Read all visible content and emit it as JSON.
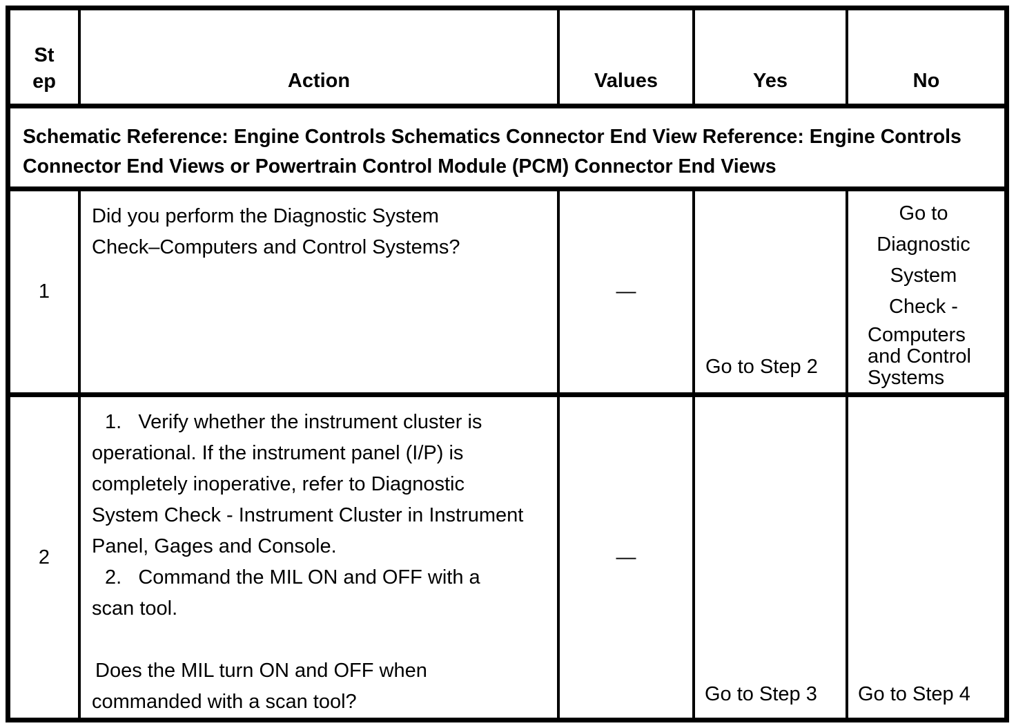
{
  "table": {
    "header": {
      "step_line1": "St",
      "step_line2": "ep",
      "action": "Action",
      "values": "Values",
      "yes": "Yes",
      "no": "No"
    },
    "schematic_note": {
      "line1": "Schematic Reference: Engine Controls Schematics Connector End View Reference: Engine Controls",
      "line2": "Connector End Views or Powertrain Control Module (PCM) Connector End Views"
    },
    "rows": [
      {
        "step": "1",
        "action_lines": [
          "Did you perform the Diagnostic System",
          "Check–Computers and Control Systems?"
        ],
        "values": "—",
        "yes": "Go to Step 2",
        "no_lines_loose": [
          "Go to",
          "Diagnostic",
          "System",
          "Check -"
        ],
        "no_lines_tight": [
          "Computers",
          "and Control",
          "Systems"
        ]
      },
      {
        "step": "2",
        "action_lines": [
          "1.   Verify whether the instrument cluster is",
          "operational. If the instrument panel (I/P) is",
          "completely inoperative, refer to Diagnostic",
          "System Check - Instrument Cluster in Instrument",
          "Panel, Gages and Console.",
          "2.   Command the MIL ON and OFF with a",
          "scan tool.",
          "",
          "Does the MIL turn ON and OFF when",
          "commanded with a scan tool?"
        ],
        "values": "—",
        "yes": "Go to Step 3",
        "no": "Go to Step 4"
      }
    ]
  }
}
